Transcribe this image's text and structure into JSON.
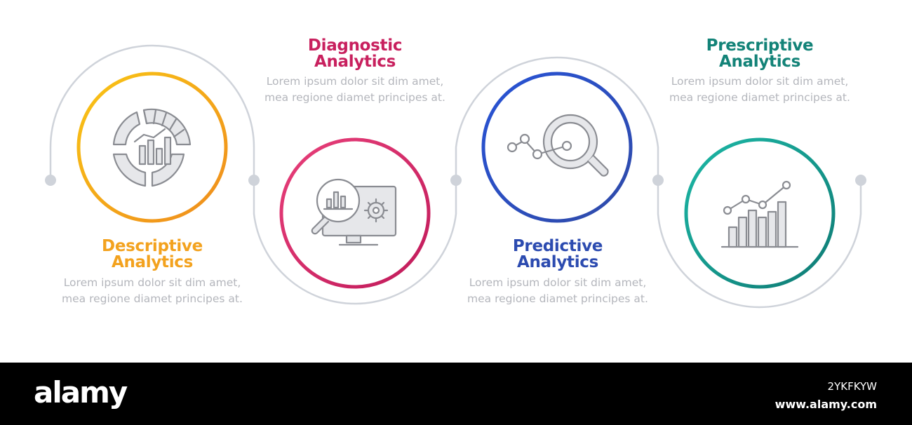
{
  "steps": [
    {
      "title_line1": "Descriptive",
      "title_line2": "Analytics",
      "body": "Lorem ipsum dolor sit dim amet, mea regione diamet principes at.",
      "color": "#f3a21e",
      "gradient": [
        "#f9c514",
        "#ef8c1e"
      ],
      "icon": "descriptive-chart-icon"
    },
    {
      "title_line1": "Diagnostic",
      "title_line2": "Analytics",
      "body": "Lorem ipsum dolor sit dim amet, mea regione diamet principes at.",
      "color": "#c8205e",
      "gradient": [
        "#e8407a",
        "#c01a5a"
      ],
      "icon": "monitor-magnifier-gear-icon"
    },
    {
      "title_line1": "Predictive",
      "title_line2": "Analytics",
      "body": "Lorem ipsum dolor sit dim amet, mea regione diamet principes at.",
      "color": "#2c4bb0",
      "gradient": [
        "#2853d6",
        "#2f4aa8"
      ],
      "icon": "network-magnifier-icon"
    },
    {
      "title_line1": "Prescriptive",
      "title_line2": "Analytics",
      "body": "Lorem ipsum dolor sit dim amet, mea regione diamet principes at.",
      "color": "#138378",
      "gradient": [
        "#1cb8a6",
        "#0f7a74"
      ],
      "icon": "growth-bar-chart-icon"
    }
  ],
  "connector_color": "#cfd3da",
  "icon_stroke": "#8a8c92",
  "icon_fill": "#e6e7ea",
  "footer": {
    "brand": "alamy",
    "image_id": "2YKFKYW",
    "url": "www.alamy.com"
  }
}
